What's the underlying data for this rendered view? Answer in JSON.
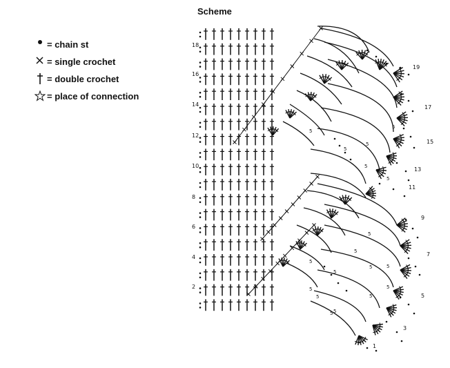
{
  "title": "Scheme",
  "legend": [
    {
      "symbol": "chain-dot",
      "label": "= chain st"
    },
    {
      "symbol": "cross",
      "label": "= single crochet"
    },
    {
      "symbol": "dagger",
      "label": "= double crochet"
    },
    {
      "symbol": "star",
      "label": "= place of connection"
    }
  ],
  "scheme": {
    "row_numbers": [
      "2",
      "4",
      "6",
      "8",
      "10",
      "12",
      "14",
      "16",
      "18"
    ],
    "edge_numbers": [
      "1",
      "3",
      "5",
      "7",
      "9",
      "11",
      "13",
      "15",
      "17",
      "19"
    ],
    "chain_count_labels": [
      "5",
      "5",
      "5",
      "5",
      "5",
      "5",
      "5",
      "5",
      "5",
      "5",
      "5",
      "5",
      "5",
      "5",
      "5",
      "5",
      "5",
      "5"
    ]
  }
}
